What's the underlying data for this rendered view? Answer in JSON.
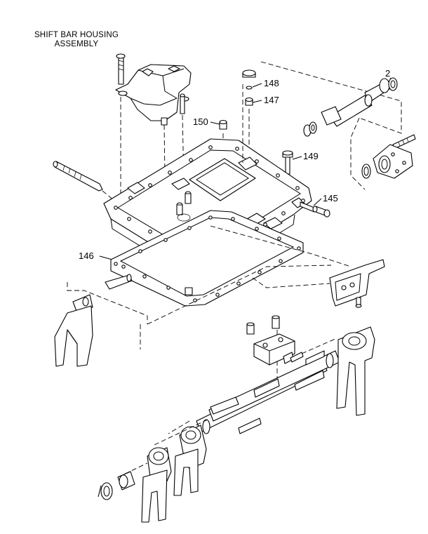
{
  "title": {
    "line1": "SHIFT BAR HOUSING",
    "line2": "ASSEMBLY"
  },
  "callouts": [
    {
      "id": "c2",
      "text": "2"
    },
    {
      "id": "c148",
      "text": "148"
    },
    {
      "id": "c147",
      "text": "147"
    },
    {
      "id": "c150",
      "text": "150"
    },
    {
      "id": "c149",
      "text": "149"
    },
    {
      "id": "c145",
      "text": "145"
    },
    {
      "id": "c146",
      "text": "146"
    }
  ]
}
